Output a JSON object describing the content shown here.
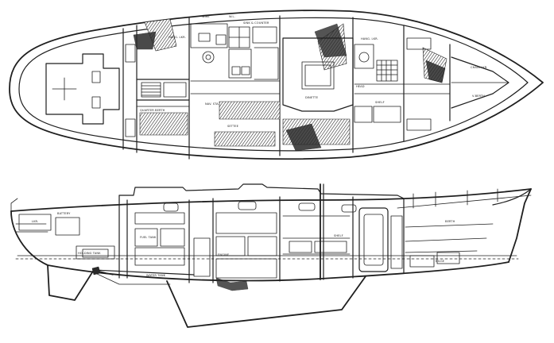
{
  "drawing": {
    "views": [
      "plan",
      "profile"
    ],
    "ink_color": "#1f1f1f",
    "paper_color": "#ffffff",
    "plan_labels": [
      "WIRE",
      "W.L.",
      "HANG. LKR.",
      "SINK & COUNTER",
      "HANG. LKR.",
      "NAV. STA.",
      "CHAIN LKR.",
      "V-BERTH",
      "QUARTER BERTH",
      "SETTEE",
      "DINETTE",
      "HEAD",
      "SHELF"
    ],
    "profile_labels": [
      "HOLDING TANK",
      "ENGINE",
      "FUEL TANK",
      "WATER TANK",
      "BERTH",
      "SHELF",
      "LKR.",
      "BATTERY",
      "BILGE"
    ]
  }
}
